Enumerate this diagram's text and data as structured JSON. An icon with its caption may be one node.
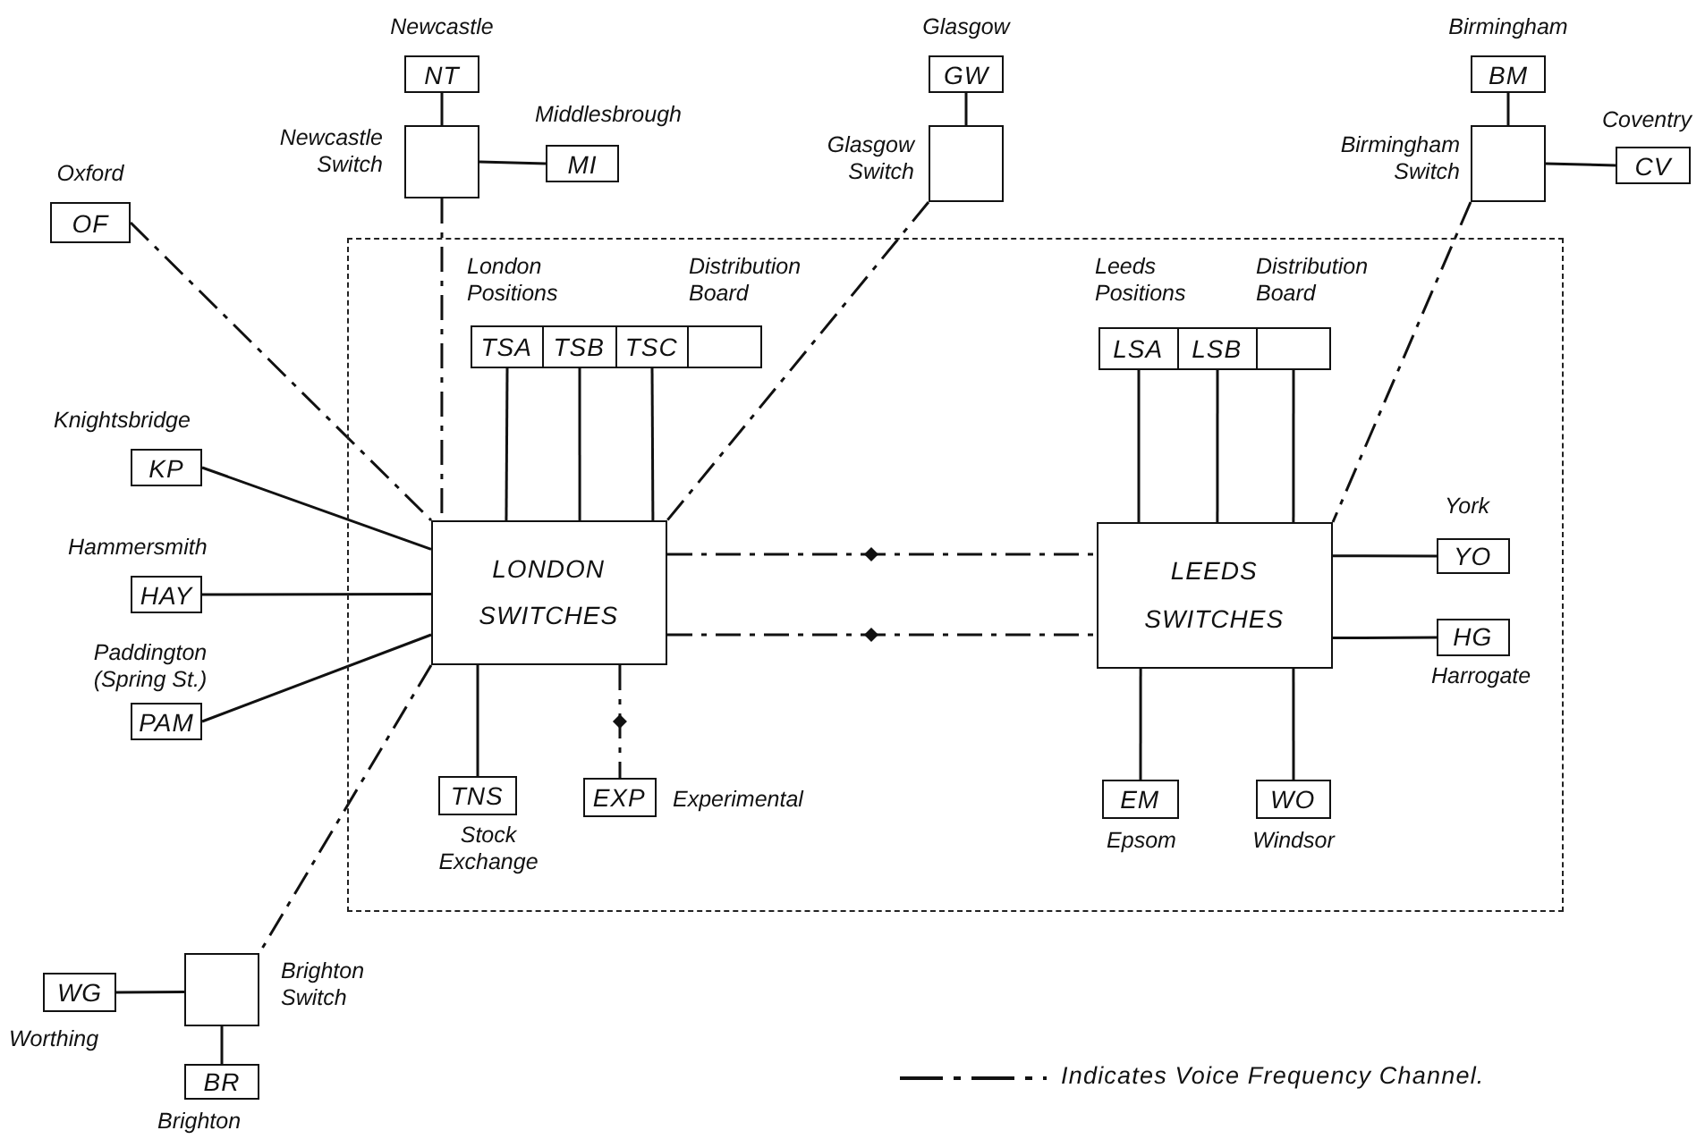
{
  "diagram": {
    "nodes": [
      {
        "text": [
          "NT"
        ],
        "beside": [
          "Newcastle"
        ]
      },
      {
        "text": [
          "GW"
        ],
        "beside": [
          "Glasgow"
        ]
      },
      {
        "text": [
          "BM"
        ],
        "beside": [
          "Birmingham"
        ]
      },
      {
        "text": [],
        "shape": "box",
        "beside": [
          "Newcastle Switch"
        ]
      },
      {
        "text": [
          "MI"
        ],
        "beside": [
          "Middlesbrough"
        ]
      },
      {
        "text": [],
        "shape": "box",
        "beside": [
          "Glasgow Switch"
        ]
      },
      {
        "text": [],
        "shape": "box",
        "beside": [
          "Birmingham Switch"
        ]
      },
      {
        "text": [
          "CV"
        ],
        "beside": [
          "Coventry"
        ]
      },
      {
        "text": [
          "OF"
        ],
        "beside": [
          "Oxford"
        ]
      },
      {
        "text": [],
        "shape": "box"
      },
      {
        "text": [
          "TSA"
        ],
        "in": 9,
        "beside": [
          "London Positions"
        ]
      },
      {
        "text": [
          "TSB"
        ],
        "in": 9
      },
      {
        "text": [
          "TSC"
        ],
        "in": 9
      },
      {
        "text": [],
        "shape": "box",
        "in": 9,
        "beside": [
          "Distribution Board"
        ]
      },
      {
        "text": [
          "LSA"
        ],
        "in": 9,
        "beside": [
          "Leeds Positions"
        ]
      },
      {
        "text": [
          "LSB"
        ],
        "in": 9
      },
      {
        "text": [],
        "shape": "box",
        "in": 9,
        "beside": [
          "Distribution Board"
        ]
      },
      {
        "text": [
          "KP"
        ],
        "beside": [
          "Knightsbridge"
        ]
      },
      {
        "text": [
          "HAY"
        ],
        "beside": [
          "Hammersmith"
        ]
      },
      {
        "text": [
          "PAM"
        ],
        "beside": [
          "Paddington (Spring St.)"
        ]
      },
      {
        "text": [
          "LONDON SWITCHES"
        ],
        "in": 9
      },
      {
        "text": [
          "LEEDS SWITCHES"
        ],
        "in": 9
      },
      {
        "text": [
          "YO"
        ],
        "in": 9,
        "beside": [
          "York"
        ]
      },
      {
        "text": [
          "HG"
        ],
        "in": 9,
        "beside": [
          "Harrogate"
        ]
      },
      {
        "text": [
          "TNS"
        ],
        "in": 9,
        "beside": [
          "Stock Exchange"
        ]
      },
      {
        "text": [
          "EXP"
        ],
        "in": 9,
        "beside": [
          "Experimental"
        ]
      },
      {
        "text": [
          "EM"
        ],
        "in": 9,
        "beside": [
          "Epsom"
        ]
      },
      {
        "text": [
          "WO"
        ],
        "in": 9,
        "beside": [
          "Windsor"
        ]
      },
      {
        "text": [],
        "shape": "box",
        "beside": [
          "Brighton Switch"
        ]
      },
      {
        "text": [
          "WG"
        ],
        "beside": [
          "Worthing"
        ]
      },
      {
        "text": [
          "BR"
        ],
        "beside": [
          "Brighton"
        ]
      }
    ],
    "edges": [
      {
        "from": 0,
        "to": 3,
        "arrow": "none"
      },
      {
        "from": 1,
        "to": 5,
        "arrow": "none"
      },
      {
        "from": 2,
        "to": 6,
        "arrow": "none"
      },
      {
        "from": 3,
        "to": 4,
        "arrow": "none"
      },
      {
        "from": 6,
        "to": 7,
        "arrow": "none"
      },
      {
        "from": 3,
        "to": 20,
        "arrow": "none",
        "style": "dashed"
      },
      {
        "from": 8,
        "to": 20,
        "arrow": "none",
        "style": "dashed"
      },
      {
        "from": 5,
        "to": 20,
        "arrow": "none",
        "style": "dashed"
      },
      {
        "from": 6,
        "to": 21,
        "arrow": "none",
        "style": "dashed"
      },
      {
        "from": 10,
        "to": 20,
        "arrow": "none"
      },
      {
        "from": 11,
        "to": 20,
        "arrow": "none"
      },
      {
        "from": 12,
        "to": 20,
        "arrow": "none"
      },
      {
        "from": 14,
        "to": 21,
        "arrow": "none"
      },
      {
        "from": 15,
        "to": 21,
        "arrow": "none"
      },
      {
        "from": 16,
        "to": 21,
        "arrow": "none"
      },
      {
        "from": 17,
        "to": 20,
        "arrow": "none"
      },
      {
        "from": 18,
        "to": 20,
        "arrow": "none"
      },
      {
        "from": 19,
        "to": 20,
        "arrow": "none"
      },
      {
        "from": 20,
        "to": 21,
        "arrow": "none",
        "style": "dashed"
      },
      {
        "from": 20,
        "to": 21,
        "arrow": "none",
        "style": "dashed"
      },
      {
        "from": 20,
        "to": 24,
        "arrow": "none"
      },
      {
        "from": 20,
        "to": 25,
        "arrow": "none",
        "style": "dashed"
      },
      {
        "from": 21,
        "to": 22,
        "arrow": "none"
      },
      {
        "from": 21,
        "to": 23,
        "arrow": "none"
      },
      {
        "from": 21,
        "to": 26,
        "arrow": "none"
      },
      {
        "from": 21,
        "to": 27,
        "arrow": "none"
      },
      {
        "from": 20,
        "to": 28,
        "arrow": "none",
        "style": "dashed"
      },
      {
        "from": 29,
        "to": 28,
        "arrow": "none"
      },
      {
        "from": 28,
        "to": 30,
        "arrow": "none"
      }
    ],
    "legend": [
      {
        "text": "Indicates Voice Frequency Channel."
      }
    ]
  }
}
